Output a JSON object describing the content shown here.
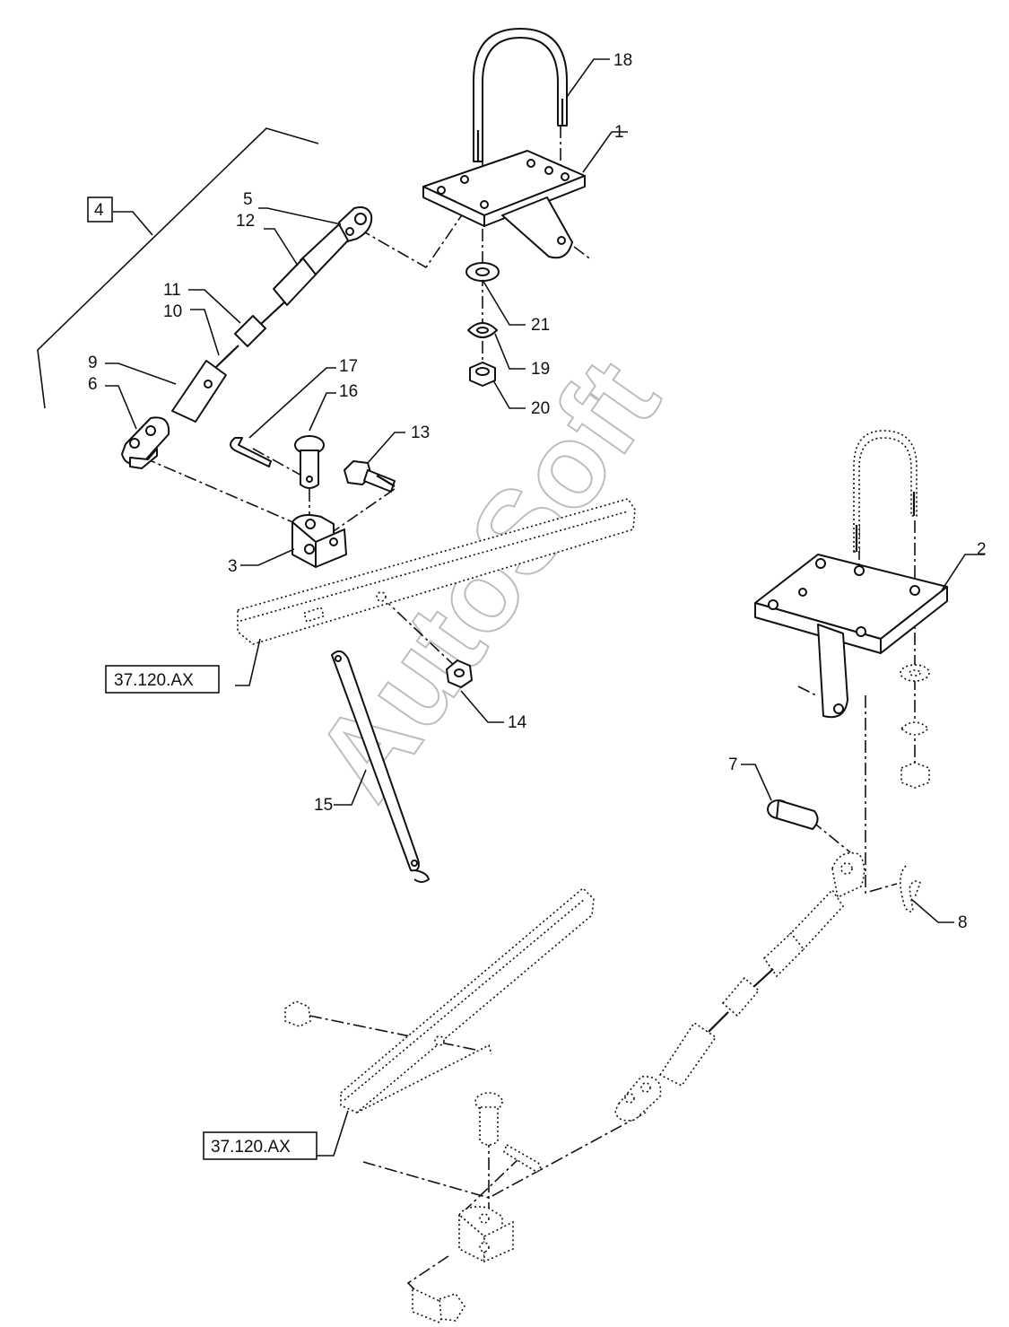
{
  "watermark": "AutoSoft",
  "group_label": "4",
  "references": [
    {
      "text": "37.120.AX"
    },
    {
      "text": "37.120.AX"
    }
  ],
  "callouts": {
    "c1": "1",
    "c2": "2",
    "c3": "3",
    "c5": "5",
    "c6": "6",
    "c7": "7",
    "c8": "8",
    "c9": "9",
    "c10": "10",
    "c11": "11",
    "c12": "12",
    "c13": "13",
    "c14": "14",
    "c15": "15",
    "c16": "16",
    "c17": "17",
    "c18": "18",
    "c19": "19",
    "c20": "20",
    "c21": "21"
  },
  "colors": {
    "line": "#111111",
    "watermark": "#bdbdbd",
    "background": "#ffffff"
  }
}
